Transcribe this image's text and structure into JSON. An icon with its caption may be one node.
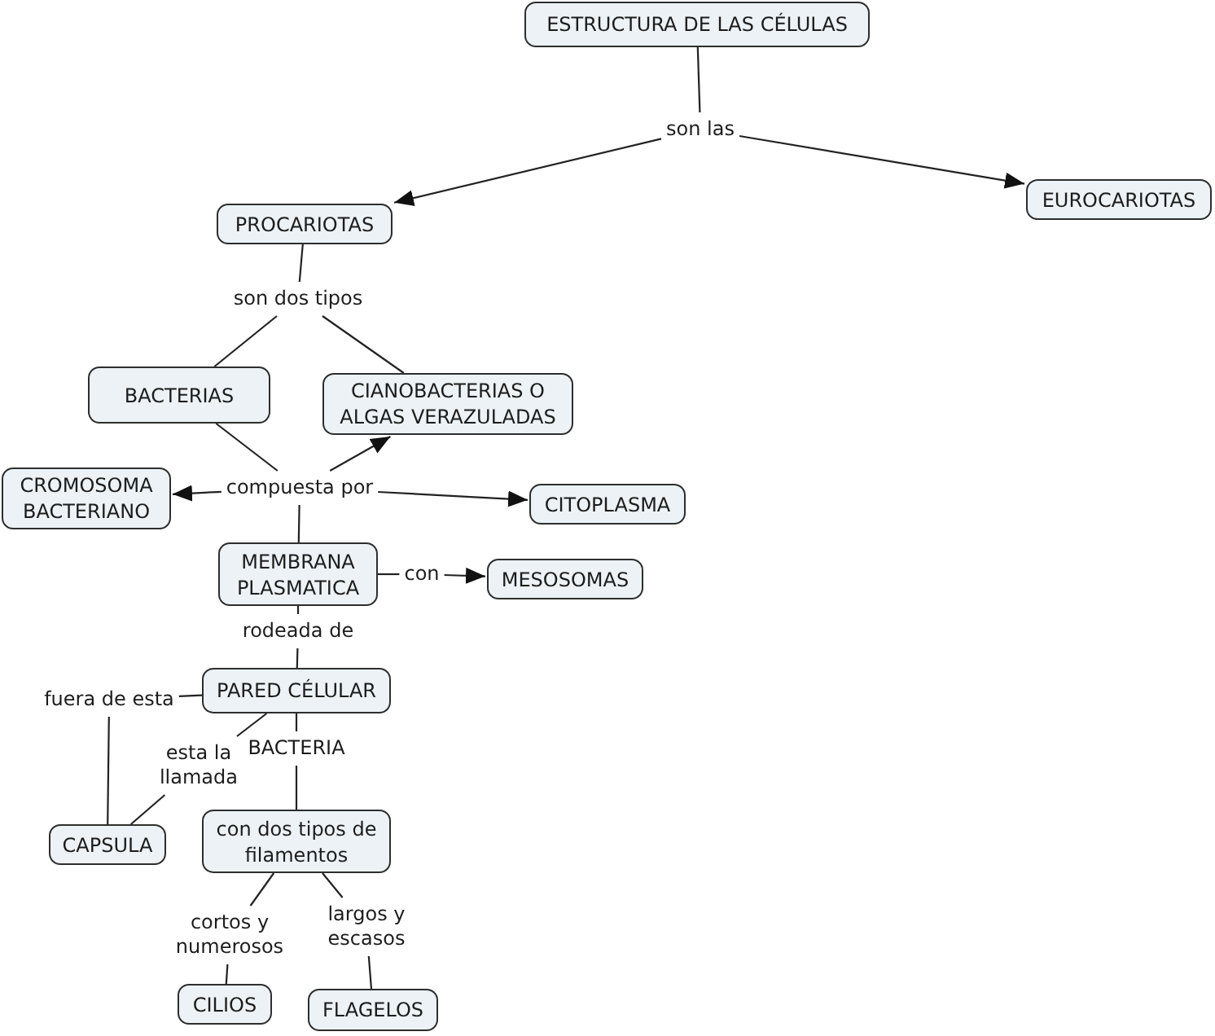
{
  "diagram": {
    "nodes": [
      {
        "text": [
          "ESTRUCTURA DE LAS CÉLULAS"
        ]
      },
      {
        "text": [
          "son las"
        ]
      },
      {
        "text": [
          "PROCARIOTAS"
        ]
      },
      {
        "text": [
          "EUROCARIOTAS"
        ]
      },
      {
        "text": [
          "son dos tipos"
        ]
      },
      {
        "text": [
          "BACTERIAS"
        ]
      },
      {
        "text": [
          "CIANOBACTERIAS O ALGAS VERAZULADAS"
        ]
      },
      {
        "text": [
          "compuesta por"
        ]
      },
      {
        "text": [
          "CROMOSOMA BACTERIANO"
        ]
      },
      {
        "text": [
          "CITOPLASMA"
        ]
      },
      {
        "text": [
          "MEMBRANA PLASMATICA"
        ]
      },
      {
        "text": [
          "con"
        ]
      },
      {
        "text": [
          "MESOSOMAS"
        ]
      },
      {
        "text": [
          "rodeada de"
        ]
      },
      {
        "text": [
          "PARED CÉLULAR"
        ]
      },
      {
        "text": [
          "fuera de esta"
        ]
      },
      {
        "text": [
          "esta la llamada"
        ]
      },
      {
        "text": [
          "BACTERIA"
        ]
      },
      {
        "text": [
          "CAPSULA"
        ]
      },
      {
        "text": [
          "con dos tipos de filamentos"
        ]
      },
      {
        "text": [
          "cortos y numerosos"
        ]
      },
      {
        "text": [
          "largos y escasos"
        ]
      },
      {
        "text": [
          "CILIOS"
        ]
      },
      {
        "text": [
          "FLAGELOS"
        ]
      }
    ],
    "edges": [
      {
        "from": 0,
        "to": 1,
        "arrow": "none"
      },
      {
        "from": 1,
        "to": 2,
        "arrow": "to"
      },
      {
        "from": 1,
        "to": 3,
        "arrow": "to"
      },
      {
        "from": 2,
        "to": 4,
        "arrow": "none"
      },
      {
        "from": 4,
        "to": 5,
        "arrow": "none"
      },
      {
        "from": 4,
        "to": 6,
        "arrow": "none"
      },
      {
        "from": 5,
        "to": 7,
        "arrow": "none"
      },
      {
        "from": 7,
        "to": 6,
        "arrow": "to"
      },
      {
        "from": 7,
        "to": 8,
        "arrow": "to"
      },
      {
        "from": 7,
        "to": 9,
        "arrow": "to"
      },
      {
        "from": 7,
        "to": 10,
        "arrow": "none"
      },
      {
        "from": 10,
        "to": 11,
        "arrow": "none"
      },
      {
        "from": 11,
        "to": 12,
        "arrow": "to"
      },
      {
        "from": 10,
        "to": 13,
        "arrow": "none"
      },
      {
        "from": 13,
        "to": 14,
        "arrow": "none"
      },
      {
        "from": 14,
        "to": 15,
        "arrow": "none"
      },
      {
        "from": 15,
        "to": 18,
        "arrow": "none"
      },
      {
        "from": 14,
        "to": 16,
        "arrow": "none"
      },
      {
        "from": 16,
        "to": 18,
        "arrow": "none"
      },
      {
        "from": 14,
        "to": 17,
        "arrow": "none"
      },
      {
        "from": 17,
        "to": 19,
        "arrow": "none"
      },
      {
        "from": 19,
        "to": 20,
        "arrow": "none"
      },
      {
        "from": 19,
        "to": 21,
        "arrow": "none"
      },
      {
        "from": 20,
        "to": 22,
        "arrow": "none"
      },
      {
        "from": 21,
        "to": 23,
        "arrow": "none"
      }
    ]
  }
}
